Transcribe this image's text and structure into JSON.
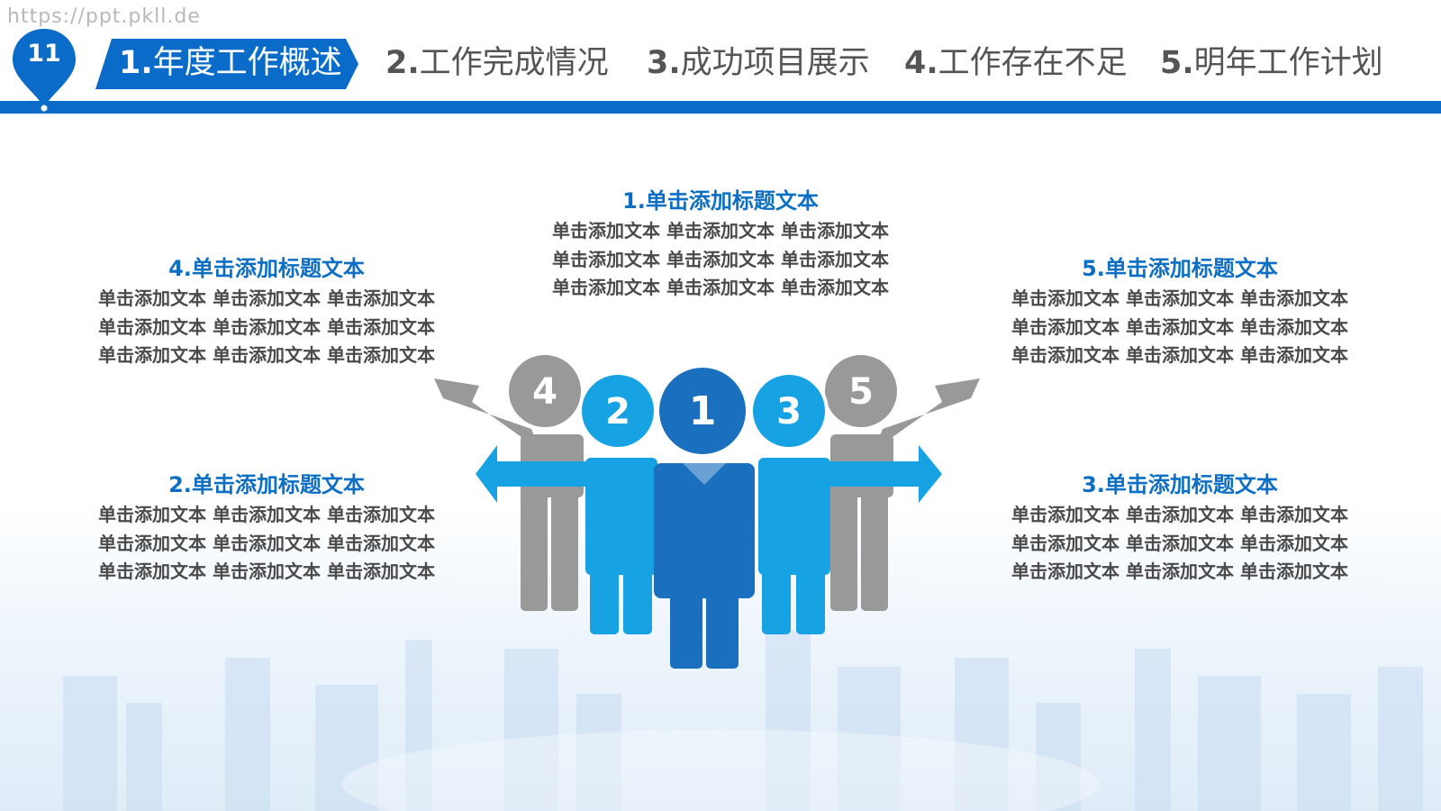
{
  "watermark": "https://ppt.pkll.de",
  "page_number": "11",
  "tabs": [
    {
      "num": "1.",
      "label": "年度工作概述",
      "active": true
    },
    {
      "num": "2.",
      "label": "工作完成情况"
    },
    {
      "num": "3.",
      "label": "成功项目展示"
    },
    {
      "num": "4.",
      "label": "工作存在不足"
    },
    {
      "num": "5.",
      "label": "明年工作计划"
    }
  ],
  "people": [
    "1",
    "2",
    "3",
    "4",
    "5"
  ],
  "blocks": [
    {
      "title": "1.单击添加标题文本",
      "lines": [
        "单击添加文本 单击添加文本 单击添加文本",
        "单击添加文本 单击添加文本 单击添加文本",
        "单击添加文本 单击添加文本 单击添加文本"
      ]
    },
    {
      "title": "4.单击添加标题文本",
      "lines": [
        "单击添加文本 单击添加文本 单击添加文本",
        "单击添加文本 单击添加文本 单击添加文本",
        "单击添加文本 单击添加文本 单击添加文本"
      ]
    },
    {
      "title": "5.单击添加标题文本",
      "lines": [
        "单击添加文本 单击添加文本 单击添加文本",
        "单击添加文本 单击添加文本 单击添加文本",
        "单击添加文本 单击添加文本 单击添加文本"
      ]
    },
    {
      "title": "2.单击添加标题文本",
      "lines": [
        "单击添加文本 单击添加文本 单击添加文本",
        "单击添加文本 单击添加文本 单击添加文本",
        "单击添加文本 单击添加文本 单击添加文本"
      ]
    },
    {
      "title": "3.单击添加标题文本",
      "lines": [
        "单击添加文本 单击添加文本 单击添加文本",
        "单击添加文本 单击添加文本 单击添加文本",
        "单击添加文本 单击添加文本 单击添加文本"
      ]
    }
  ],
  "colors": {
    "primary_blue": "#0a6cc8",
    "dark_blue": "#1a6fbf",
    "light_blue": "#17a3e3",
    "gray": "#999999",
    "title_blue": "#0d6fc4",
    "body_text": "#4a4a4a"
  }
}
